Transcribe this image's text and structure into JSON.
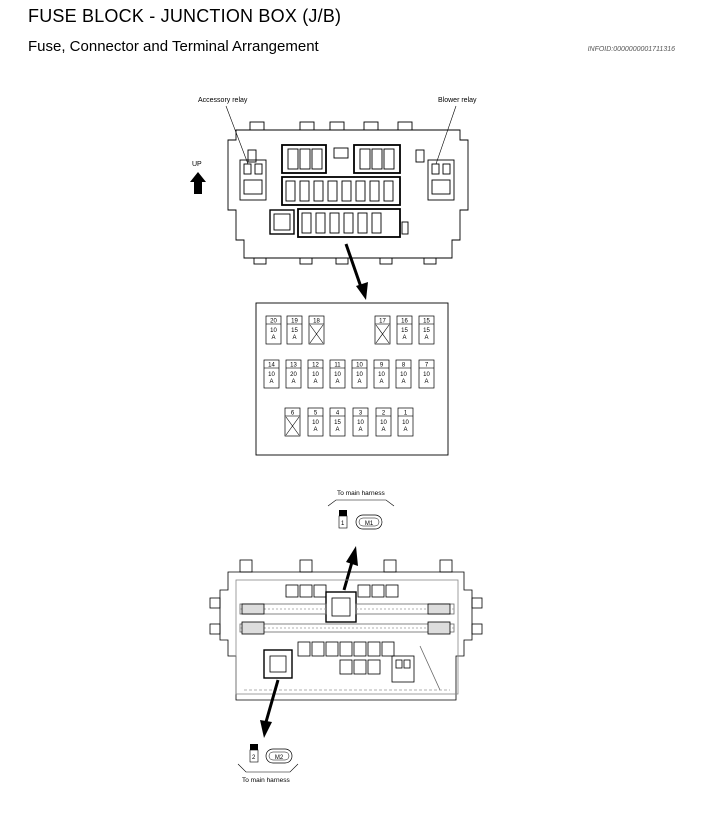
{
  "header": {
    "title": "FUSE BLOCK - JUNCTION BOX (J/B)",
    "subtitle": "Fuse, Connector and Terminal Arrangement",
    "info_id": "INFOID:0000000001711316"
  },
  "top_view": {
    "accessory_relay_label": "Accessory relay",
    "blower_relay_label": "Blower relay",
    "up_label": "UP"
  },
  "fuse_panel": {
    "rows": [
      [
        {
          "num": "20",
          "rating": "10",
          "unit": "A",
          "spare": false
        },
        {
          "num": "19",
          "rating": "15",
          "unit": "A",
          "spare": false
        },
        {
          "num": "18",
          "rating": "",
          "unit": "",
          "spare": true
        },
        {
          "num": "17",
          "rating": "",
          "unit": "",
          "spare": true
        },
        {
          "num": "16",
          "rating": "15",
          "unit": "A",
          "spare": false
        },
        {
          "num": "15",
          "rating": "15",
          "unit": "A",
          "spare": false
        }
      ],
      [
        {
          "num": "14",
          "rating": "10",
          "unit": "A",
          "spare": false
        },
        {
          "num": "13",
          "rating": "20",
          "unit": "A",
          "spare": false
        },
        {
          "num": "12",
          "rating": "10",
          "unit": "A",
          "spare": false
        },
        {
          "num": "11",
          "rating": "10",
          "unit": "A",
          "spare": false
        },
        {
          "num": "10",
          "rating": "10",
          "unit": "A",
          "spare": false
        },
        {
          "num": "9",
          "rating": "10",
          "unit": "A",
          "spare": false
        },
        {
          "num": "8",
          "rating": "10",
          "unit": "A",
          "spare": false
        },
        {
          "num": "7",
          "rating": "10",
          "unit": "A",
          "spare": false
        }
      ],
      [
        {
          "num": "6",
          "rating": "",
          "unit": "",
          "spare": true
        },
        {
          "num": "5",
          "rating": "10",
          "unit": "A",
          "spare": false
        },
        {
          "num": "4",
          "rating": "15",
          "unit": "A",
          "spare": false
        },
        {
          "num": "3",
          "rating": "10",
          "unit": "A",
          "spare": false
        },
        {
          "num": "2",
          "rating": "10",
          "unit": "A",
          "spare": false
        },
        {
          "num": "1",
          "rating": "10",
          "unit": "A",
          "spare": false
        }
      ]
    ]
  },
  "connectors": {
    "m1": {
      "label": "To main harness",
      "pin": "1",
      "id": "M1"
    },
    "m2": {
      "label": "To main harness",
      "pin": "2",
      "id": "M2"
    }
  }
}
